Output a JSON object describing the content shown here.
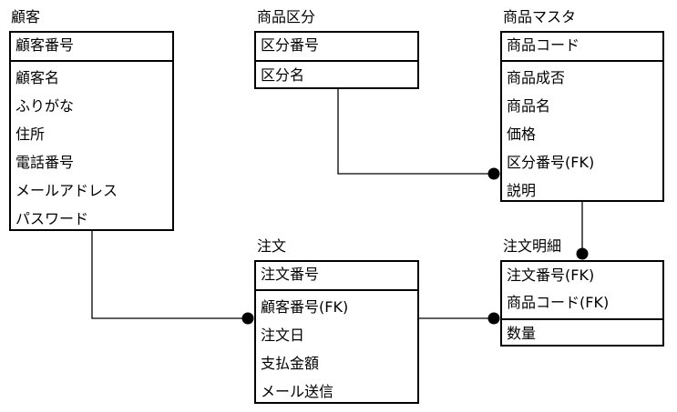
{
  "entities": {
    "customer": {
      "name": "顧客",
      "keys": [
        "顧客番号"
      ],
      "attributes": [
        "顧客名",
        "ふりがな",
        "住所",
        "電話番号",
        "メールアドレス",
        "パスワード"
      ]
    },
    "category": {
      "name": "商品区分",
      "keys": [
        "区分番号"
      ],
      "attributes": [
        "区分名"
      ]
    },
    "product": {
      "name": "商品マスタ",
      "keys": [
        "商品コード"
      ],
      "attributes": [
        "商品成否",
        "商品名",
        "価格",
        "区分番号(FK)",
        "説明"
      ]
    },
    "order": {
      "name": "注文",
      "keys": [
        "注文番号"
      ],
      "attributes": [
        "顧客番号(FK)",
        "注文日",
        "支払金額",
        "メール送信"
      ]
    },
    "order_detail": {
      "name": "注文明細",
      "keys": [
        "注文番号(FK)",
        "商品コード(FK)"
      ],
      "attributes": [
        "数量"
      ]
    }
  },
  "relationships": [
    {
      "from": "customer",
      "to": "order",
      "many_end": "order"
    },
    {
      "from": "category",
      "to": "product",
      "many_end": "product"
    },
    {
      "from": "product",
      "to": "order_detail",
      "many_end": "order_detail"
    },
    {
      "from": "order",
      "to": "order_detail",
      "many_end": "order_detail"
    }
  ],
  "colors": {
    "line": "#000000",
    "background": "#ffffff"
  }
}
